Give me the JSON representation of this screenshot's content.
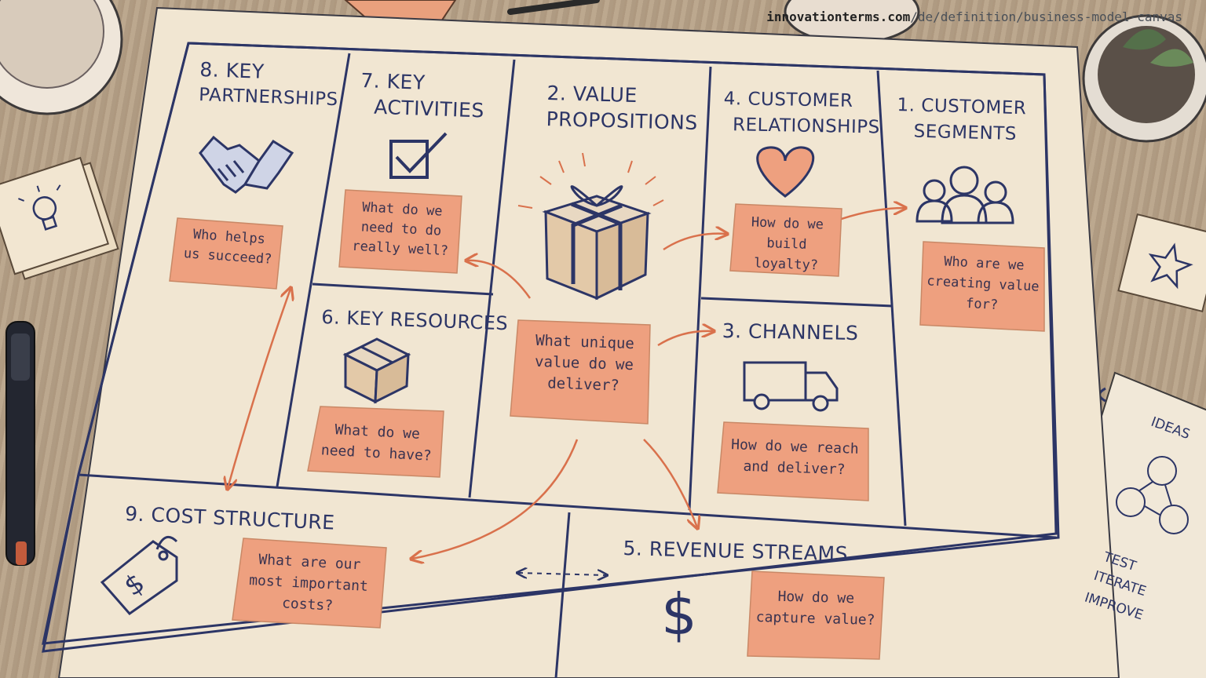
{
  "watermark": {
    "domain": "innovationterms.com",
    "path": "/de/definition/business-model-canvas"
  },
  "blocks": [
    {
      "id": "key-partnerships",
      "number": "8.",
      "title_lines": [
        "8. KEY",
        "PARTNERSHIPS"
      ],
      "question": [
        "Who helps",
        "us succeed?"
      ],
      "icon": "handshake-icon"
    },
    {
      "id": "key-activities",
      "title_lines": [
        "7. KEY",
        "ACTIVITIES"
      ],
      "question": [
        "What do we",
        "need to do",
        "really well?"
      ],
      "icon": "checkbox-icon"
    },
    {
      "id": "value-propositions",
      "title_lines": [
        "2. VALUE",
        "PROPOSITIONS"
      ],
      "question": [
        "What unique",
        "value do we",
        "deliver?"
      ],
      "icon": "gift-icon"
    },
    {
      "id": "customer-relationships",
      "title_lines": [
        "4. CUSTOMER",
        "RELATIONSHIPS"
      ],
      "question": [
        "How do we",
        "build loyalty?"
      ],
      "icon": "heart-icon"
    },
    {
      "id": "customer-segments",
      "title_lines": [
        "1. CUSTOMER",
        "SEGMENTS"
      ],
      "question": [
        "Who are we",
        "creating value",
        "for?"
      ],
      "icon": "people-icon"
    },
    {
      "id": "key-resources",
      "title_lines": [
        "6. KEY RESOURCES"
      ],
      "question": [
        "What do we",
        "need to have?"
      ],
      "icon": "box-icon"
    },
    {
      "id": "channels",
      "title_lines": [
        "3. CHANNELS"
      ],
      "question": [
        "How do we reach",
        "and deliver?"
      ],
      "icon": "truck-icon"
    },
    {
      "id": "cost-structure",
      "title_lines": [
        "9. COST STRUCTURE"
      ],
      "question": [
        "What are our",
        "most important",
        "costs?"
      ],
      "icon": "price-tag-icon"
    },
    {
      "id": "revenue-streams",
      "title_lines": [
        "5. REVENUE STREAMS"
      ],
      "question": [
        "How do we",
        "capture value?"
      ],
      "icon": "dollar-icon"
    }
  ],
  "notebook": {
    "lines": [
      "IDEAS",
      "TEST",
      "ITERATE",
      "IMPROVE"
    ]
  },
  "colors": {
    "paper": "#f1e6d2",
    "ink": "#2c3566",
    "sticky": "#eea07f",
    "arrow": "#d9714c",
    "desk": "#b9a48a"
  }
}
